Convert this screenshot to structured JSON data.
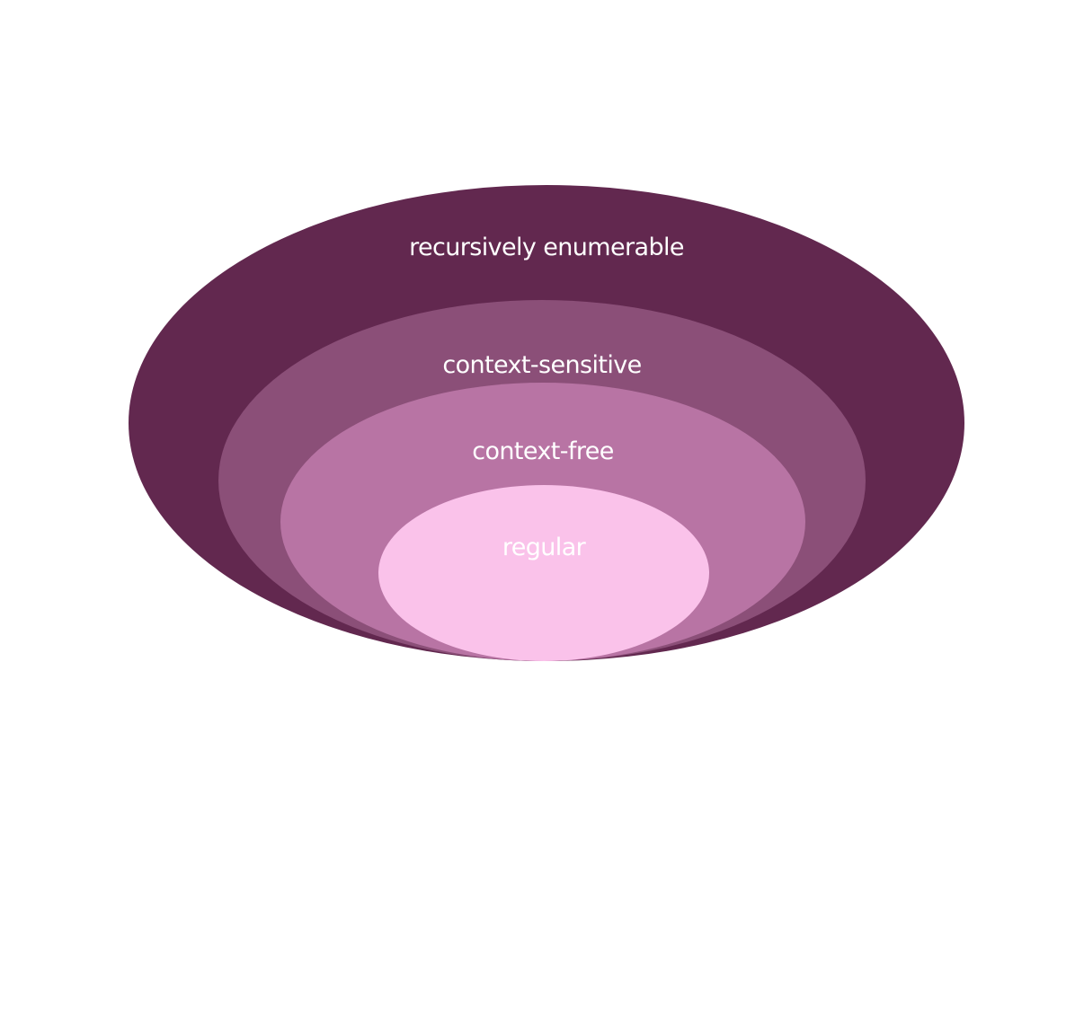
{
  "diagram": {
    "levels": [
      {
        "label": "recursively enumerable",
        "color": "#62284F"
      },
      {
        "label": "context-sensitive",
        "color": "#8B4F78"
      },
      {
        "label": "context-free",
        "color": "#B874A4"
      },
      {
        "label": "regular",
        "color": "#FAC2EA"
      }
    ]
  }
}
